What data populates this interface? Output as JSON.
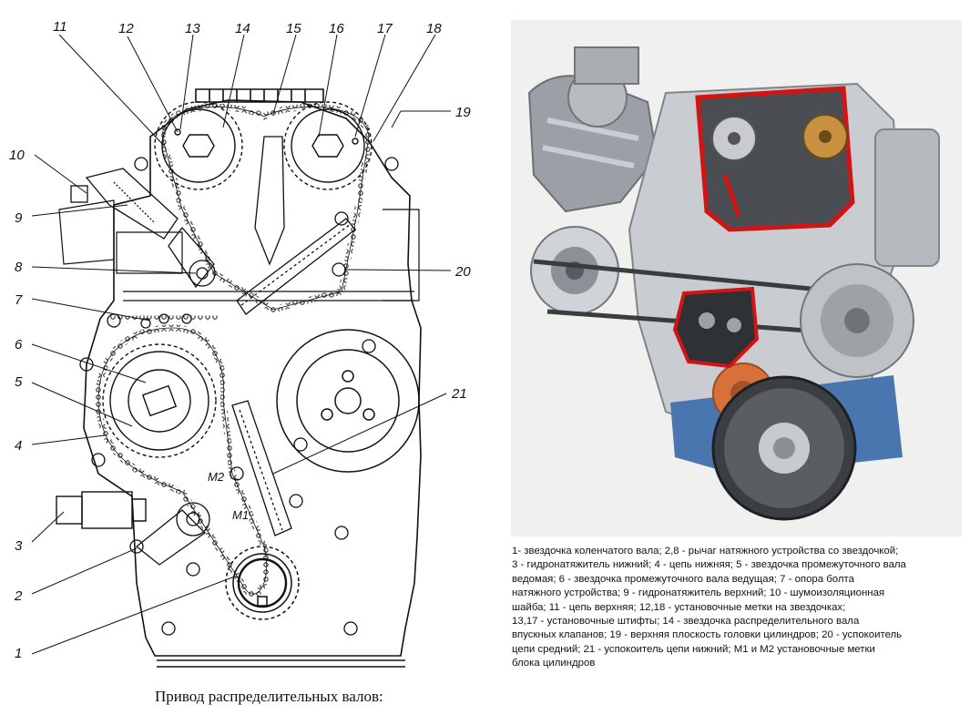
{
  "caption": "Привод распределительных валов:",
  "callouts": {
    "n11": "11",
    "n12": "12",
    "n13": "13",
    "n14": "14",
    "n15": "15",
    "n16": "16",
    "n17": "17",
    "n18": "18",
    "n19": "19",
    "n10": "10",
    "n9": "9",
    "n8": "8",
    "n20": "20",
    "n7": "7",
    "n6": "6",
    "n5": "5",
    "n21": "21",
    "n4": "4",
    "n3": "3",
    "n2": "2",
    "n1": "1"
  },
  "marks": {
    "m2": "M2",
    "m1": "M1"
  },
  "legend": {
    "line1": "1- звездочка коленчатого вала; 2,8 - рычаг натяжного устройства со звездочкой;",
    "line2": "3 - гидронатяжитель нижний; 4 - цепь нижняя; 5 - звездочка промежуточного вала",
    "line3": "ведомая; 6 - звездочка промежуточного вала ведущая; 7 - опора болта",
    "line4": "натяжного устройства; 9 - гидронатяжитель верхний; 10 - шумоизоляционная",
    "line5": "шайба; 11 - цепь верхняя; 12,18 - установочные метки на звездочках;",
    "line6": "13,17 - установочные штифты; 14 - звездочка распределительного вала",
    "line7": "впускных клапанов; 19 - верхняя плоскость головки цилиндров; 20 - успокоитель",
    "line8": "цепи средний; 21 - успокоитель цепи нижний; М1 и М2  установочные метки",
    "line9": "блока цилиндров"
  },
  "colors": {
    "highlight": "#d21414",
    "photo_bg": "#f0f0ee",
    "sprocket_orange": "#d8703a",
    "engine_blue": "#4a76b0"
  }
}
